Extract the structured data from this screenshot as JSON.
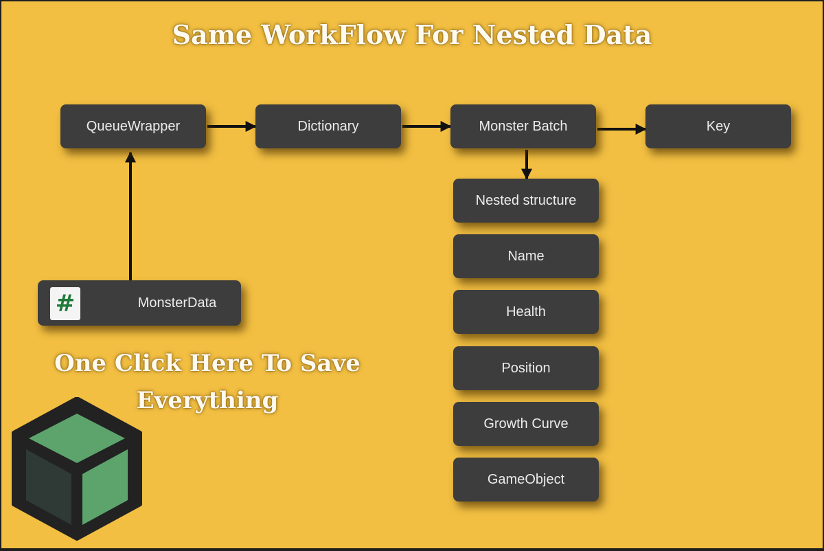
{
  "title": "Same WorkFlow For Nested Data",
  "nodes": {
    "queue_wrapper": "QueueWrapper",
    "dictionary": "Dictionary",
    "monster_batch": "Monster Batch",
    "key": "Key",
    "monster_data": "MonsterData",
    "nested_structure": "Nested structure",
    "name": "Name",
    "health": "Health",
    "position": "Position",
    "growth_curve": "Growth Curve",
    "game_object": "GameObject"
  },
  "file_icon_glyph": "#",
  "cta": {
    "line1": "One Click Here To Save",
    "line2": "Everything"
  },
  "colors": {
    "background": "#f2bf42",
    "node": "#3d3d3d",
    "node_text": "#ececec",
    "arrow": "#111111",
    "hash_icon": "#1f7a3a",
    "logo_green": "#5ca46c",
    "logo_dark": "#2f3a36"
  },
  "icons": {
    "file": "csharp-file-icon",
    "logo": "cube-logo-icon"
  }
}
